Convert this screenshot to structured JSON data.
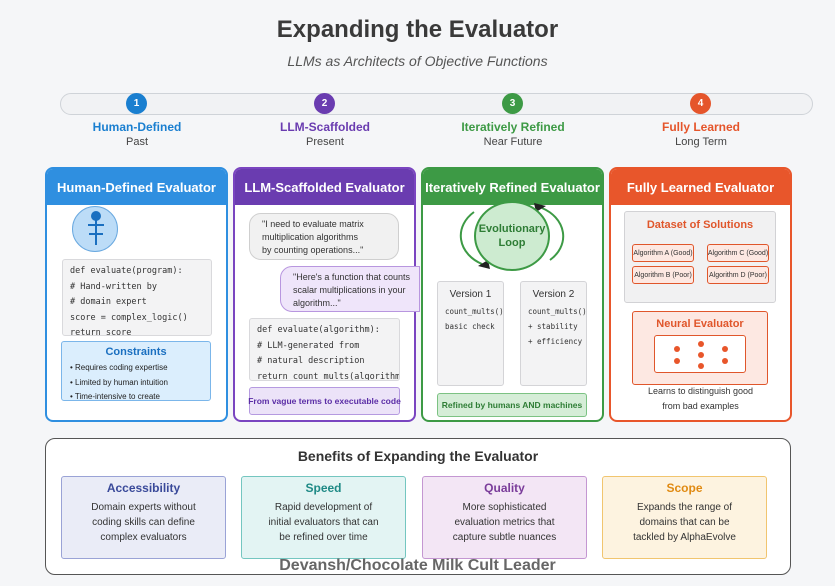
{
  "header": {
    "title": "Expanding the Evaluator",
    "subtitle": "LLMs as Architects of Objective Functions"
  },
  "timeline": [
    {
      "num": "1",
      "label": "Human-Defined",
      "sub": "Past",
      "color": "#1a7fd0"
    },
    {
      "num": "2",
      "label": "LLM-Scaffolded",
      "sub": "Present",
      "color": "#6a3cb0"
    },
    {
      "num": "3",
      "label": "Iteratively Refined",
      "sub": "Near Future",
      "color": "#3d9a45"
    },
    {
      "num": "4",
      "label": "Fully Learned",
      "sub": "Long Term",
      "color": "#e5552b"
    }
  ],
  "card1": {
    "title": "Human-Defined Evaluator",
    "code": [
      "def evaluate(program):",
      "# Hand-written by",
      "# domain expert",
      "score = complex_logic()",
      "return score"
    ],
    "constraints_title": "Constraints",
    "constraints": [
      "• Requires coding expertise",
      "• Limited by human intuition",
      "• Time-intensive to create"
    ]
  },
  "card2": {
    "title": "LLM-Scaffolded Evaluator",
    "bubble1": [
      "\"I need to evaluate matrix",
      "multiplication algorithms",
      "by counting operations...\""
    ],
    "bubble2": [
      "\"Here's a function that counts",
      "scalar multiplications in your",
      "algorithm...\""
    ],
    "code": [
      "def evaluate(algorithm):",
      "# LLM-generated from",
      "# natural description",
      "return count_mults(algorithm)"
    ],
    "footer": "From vague terms to executable code"
  },
  "card3": {
    "title": "Iteratively Refined Evaluator",
    "loop_label": [
      "Evolutionary",
      "Loop"
    ],
    "v1_title": "Version 1",
    "v1_lines": [
      "count_mults()",
      "basic check"
    ],
    "v2_title": "Version 2",
    "v2_lines": [
      "count_mults()",
      "+ stability",
      "+ efficiency"
    ],
    "footer": "Refined by humans AND machines"
  },
  "card4": {
    "title": "Fully Learned Evaluator",
    "dataset_title": "Dataset of Solutions",
    "algos": [
      "Algorithm A (Good)",
      "Algorithm C (Good)",
      "Algorithm B (Poor)",
      "Algorithm D (Poor)"
    ],
    "neural_title": "Neural Evaluator",
    "caption": [
      "Learns to distinguish good",
      "from bad examples"
    ]
  },
  "benefits": {
    "title": "Benefits of Expanding the Evaluator",
    "items": [
      {
        "title": "Accessibility",
        "text": [
          "Domain experts without",
          "coding skills can define",
          "complex evaluators"
        ],
        "color": "#3a4a9a",
        "bg": "#eaecf7",
        "border": "#9aa3d6"
      },
      {
        "title": "Speed",
        "text": [
          "Rapid development of",
          "initial evaluators that can",
          "be refined over time"
        ],
        "color": "#1f8a86",
        "bg": "#e3f4f3",
        "border": "#74c6c0"
      },
      {
        "title": "Quality",
        "text": [
          "More sophisticated",
          "evaluation metrics that",
          "capture subtle nuances"
        ],
        "color": "#7a3c9a",
        "bg": "#f3e6f5",
        "border": "#c497d2"
      },
      {
        "title": "Scope",
        "text": [
          "Expands the range of",
          "domains that can be",
          "tackled by AlphaEvolve"
        ],
        "color": "#e08a12",
        "bg": "#fdf3e0",
        "border": "#f1c56f"
      }
    ]
  },
  "watermark": "Devansh/Chocolate Milk Cult Leader",
  "colors": {
    "blue": "#2f8fe0",
    "purple": "#6a3cb0",
    "green": "#3d9a45",
    "orange": "#e8562b"
  }
}
